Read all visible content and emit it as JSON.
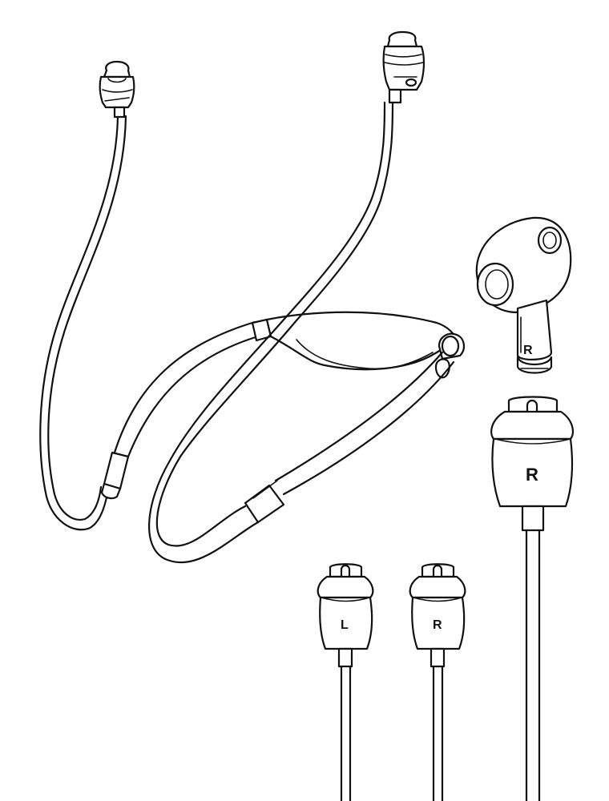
{
  "labels": {
    "airpod": "R",
    "large_tip": "R",
    "tip_left": "L",
    "tip_right": "R"
  },
  "icons": {
    "neckband": "neckband-strap-icon",
    "earbud": "airpod-earbud-icon"
  },
  "colors": {
    "ink": "#111111",
    "paper": "#ffffff"
  }
}
